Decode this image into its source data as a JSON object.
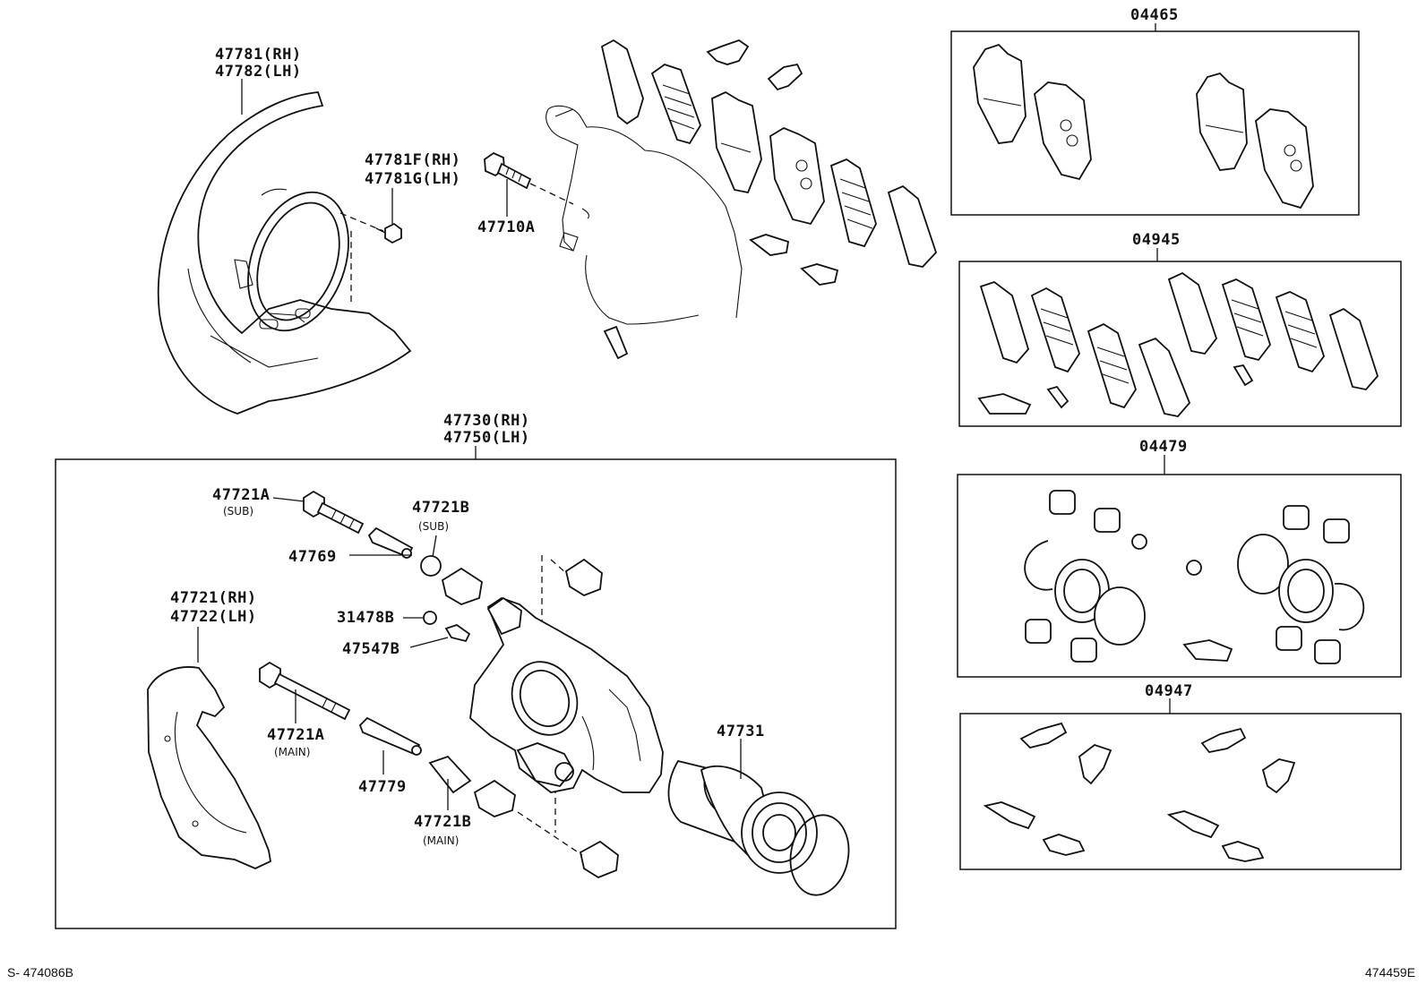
{
  "labels": {
    "dust_cover_rh": "47781(RH)",
    "dust_cover_lh": "47782(LH)",
    "bolt_f_rh": "47781F(RH)",
    "bolt_g_lh": "47781G(LH)",
    "bolt_710a": "47710A",
    "caliper_rh": "47730(RH)",
    "caliper_lh": "47750(LH)",
    "pin_sub": "47721A",
    "pin_sub_note": "(SUB)",
    "boot_sub": "47721B",
    "boot_sub_note": "(SUB)",
    "bushing_769": "47769",
    "bleeder_cap": "31478B",
    "bleeder_plug": "47547B",
    "mounting_rh": "47721(RH)",
    "mounting_lh": "47722(LH)",
    "pin_main": "47721A",
    "pin_main_note": "(MAIN)",
    "bushing_779": "47779",
    "boot_main": "47721B",
    "boot_main_note": "(MAIN)",
    "piston": "47731",
    "kit_pads": "04465",
    "kit_shims": "04945",
    "kit_seals": "04479",
    "kit_clips": "04947"
  },
  "footer": {
    "left": "S- 474086B",
    "right": "474459E"
  }
}
